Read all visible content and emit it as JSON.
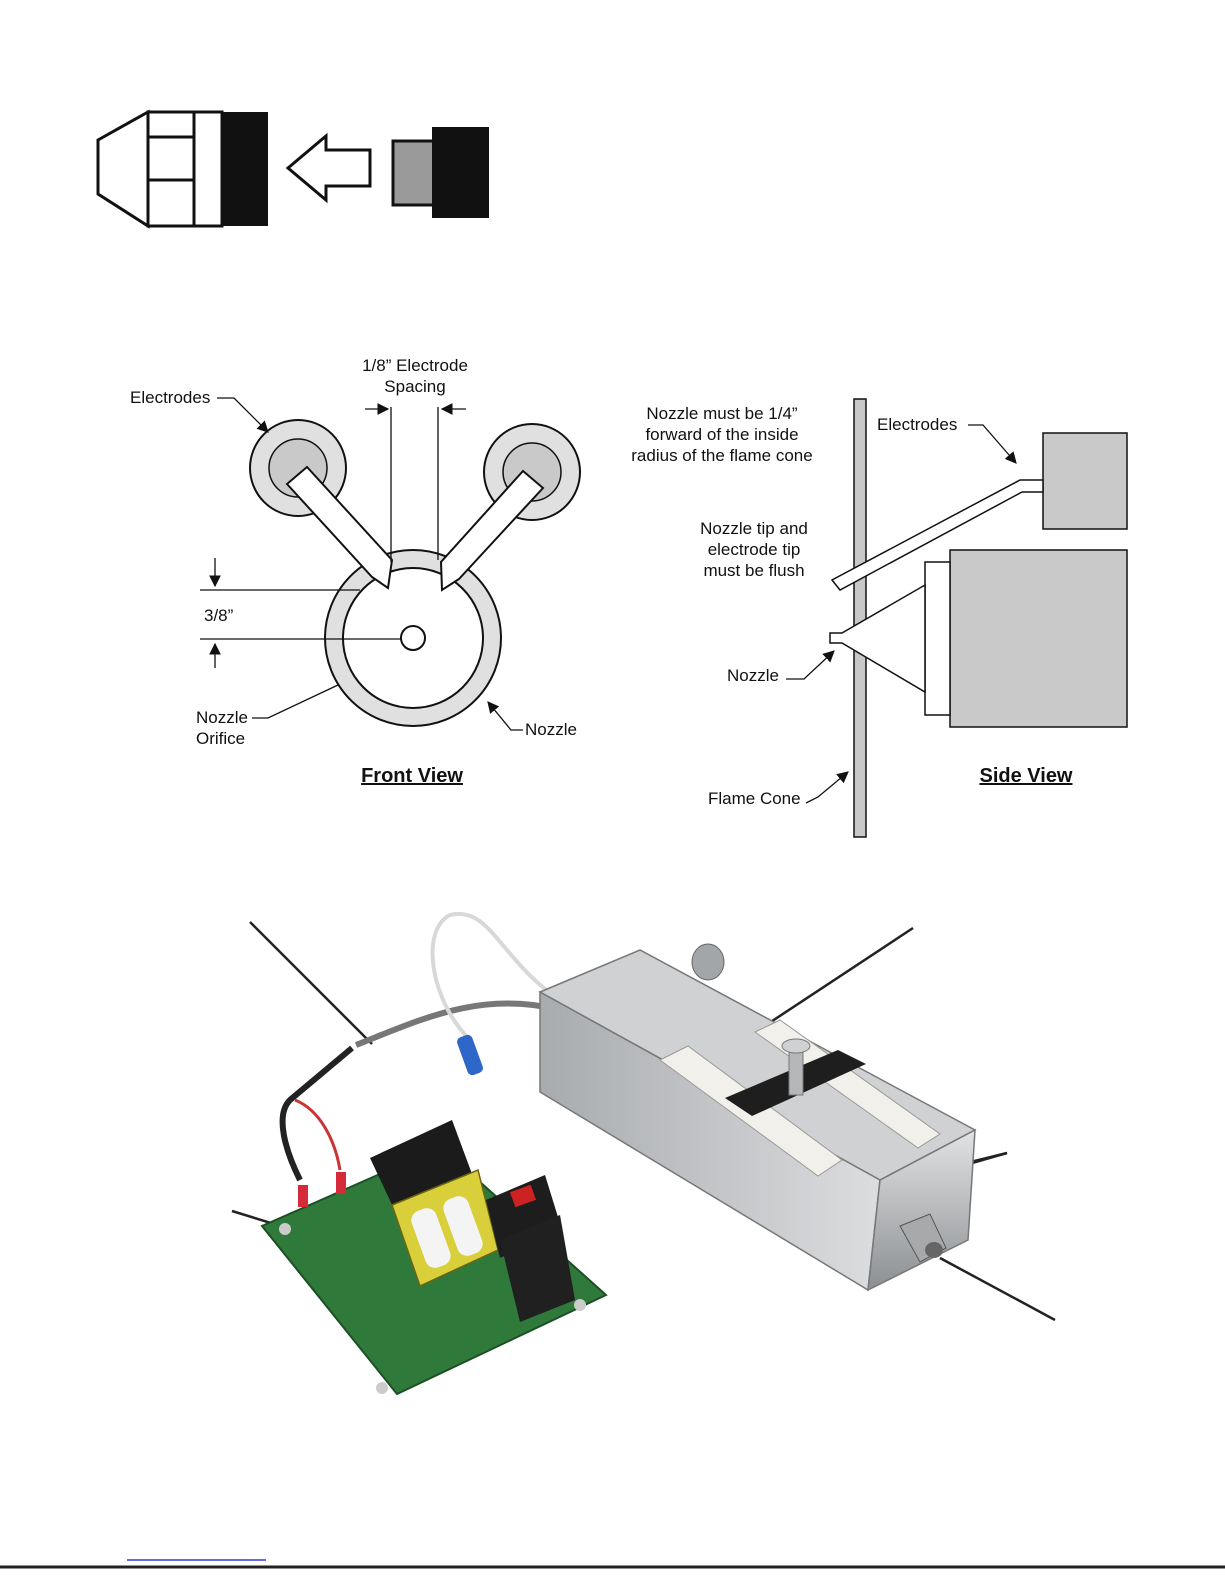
{
  "front_view": {
    "title": "Front View",
    "spacing_label": [
      "1/8” Electrode",
      "Spacing"
    ],
    "electrodes_label": "Electrodes",
    "gap_label": "3/8”",
    "orifice_label": [
      "Nozzle",
      "Orifice"
    ],
    "nozzle_label": "Nozzle"
  },
  "side_view": {
    "title": "Side View",
    "forward_note": [
      "Nozzle must be 1/4”",
      "forward of the inside",
      "radius of the flame cone"
    ],
    "electrodes_label": "Electrodes",
    "flush_note": [
      "Nozzle tip and",
      "electrode tip",
      "must be flush"
    ],
    "nozzle_label": "Nozzle",
    "flame_cone_label": "Flame Cone"
  },
  "colors": {
    "light_gray": "#d9d9d9",
    "mid_gray": "#c4c4c4",
    "pcb_green": "#2f7a3a",
    "steel": "#b9bcbf"
  }
}
